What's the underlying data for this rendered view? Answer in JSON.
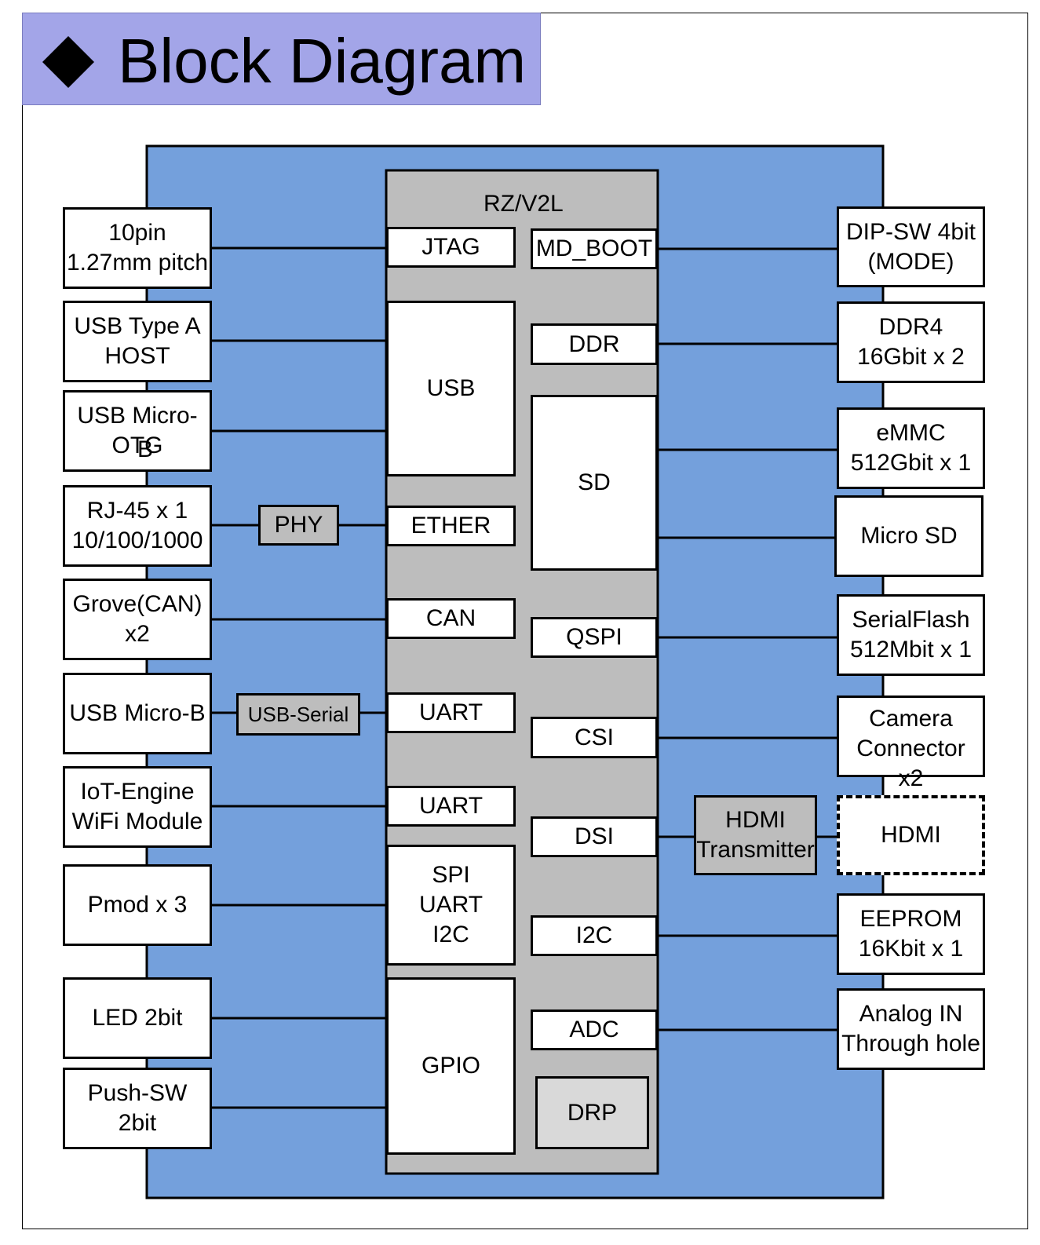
{
  "title": "Block Diagram",
  "soc": {
    "name": "RZ/V2L",
    "blocks": [
      "JTAG",
      "MD_BOOT",
      "USB",
      "DDR",
      "SD",
      "ETHER",
      "CAN",
      "QSPI",
      "UART",
      "CSI",
      "UART",
      "DSI",
      "SPI\nUART\nI2C",
      "I2C",
      "GPIO",
      "ADC",
      "DRP"
    ]
  },
  "left_peripherals": [
    "10pin\n1.27mm pitch",
    "USB Type A\nHOST",
    "USB Micro-\nOTG",
    "RJ-45 x 1\n10/100/1000",
    "Grove(CAN)\nx2",
    "USB Micro-B",
    "IoT-Engine\nWiFi Module",
    "Pmod x 3",
    "LED 2bit",
    "Push-SW\n2bit"
  ],
  "right_peripherals": [
    "DIP-SW 4bit\n(MODE)",
    "DDR4\n16Gbit x 2",
    "eMMC\n512Gbit x 1",
    "Micro SD",
    "SerialFlash\n512Mbit x 1",
    "Camera\nConnector\nx2",
    "HDMI",
    "EEPROM\n16Kbit x 1",
    "Analog IN\nThrough hole"
  ],
  "intermediate": [
    "PHY",
    "USB-Serial",
    "HDMI\nTransmitter"
  ],
  "usb_micro_otg_overlap_char": "B"
}
